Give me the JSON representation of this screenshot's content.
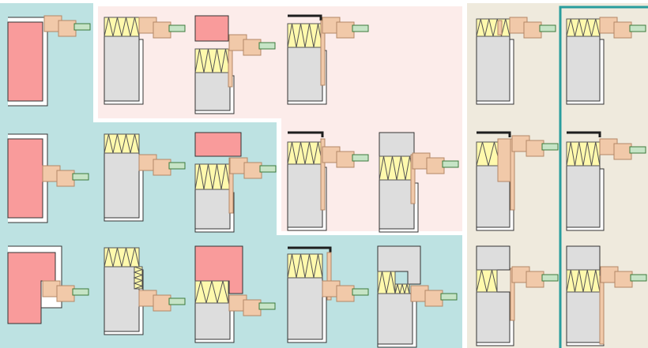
{
  "colors": {
    "background": "#ffffff",
    "zone_teal": "#bde2e2",
    "zone_pink": "#fcecea",
    "zone_beige": "#efeadd",
    "zone_border": "#2a9d9d",
    "salmon_block": "#f99b9b",
    "insulation_fill": "#fff9ad",
    "insulation_stroke": "#555555",
    "wall_grey": "#dddddd",
    "wall_stroke": "#333333",
    "fitting_tan": "#f1c9a9",
    "fitting_stroke": "#b48866",
    "pipe_green": "#c6e4c6",
    "pipe_stroke": "#3c7a3c",
    "trim_dark": "#1e1e1e"
  },
  "diagram": {
    "rows": 3,
    "columns": 7,
    "cell_types": [
      [
        "red-block",
        "insulated-wall",
        "red-block-over-insulation",
        "insulated-wall-top-rail",
        "blank",
        "insulated-wall-narrow",
        "insulated-wall-narrow"
      ],
      [
        "red-block",
        "insulated-wall",
        "red-block-over-insulation",
        "insulated-wall-top-rail",
        "grey-block-insulation",
        "insulated-wall-top-rail",
        "insulated-wall-top-rail"
      ],
      [
        "red-l-block",
        "insulated-wall-side-zigzag",
        "red-l-block-insulation",
        "insulated-wall-top-rail",
        "grey-l-block-insulation",
        "grey-block-partial-insulation",
        "grey-block-partial-insulation"
      ]
    ],
    "legend": []
  }
}
